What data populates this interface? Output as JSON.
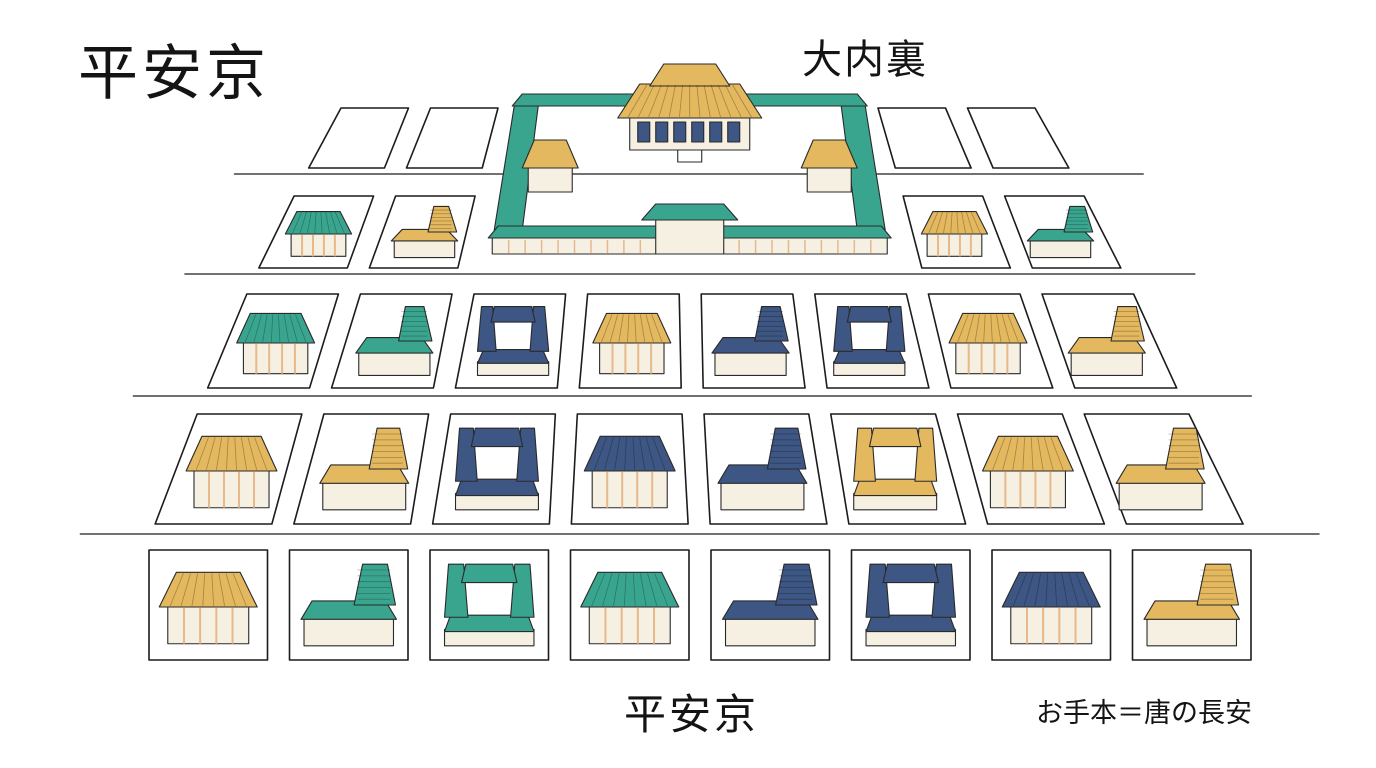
{
  "labels": {
    "title_main": "平安京",
    "title_palace": "大内裏",
    "title_bottom": "平安京",
    "note": "お手本＝唐の長安"
  },
  "colors": {
    "teal_roof": "#3aa58f",
    "gold_roof": "#e3b85e",
    "navy_roof": "#3d5684",
    "wood_wall": "#e6b88a",
    "line": "#1c1c1c"
  },
  "grid": {
    "rows": 5,
    "columns": 8,
    "palace_columns": [
      2,
      3,
      4,
      5
    ],
    "palace_row": "0-1",
    "empty_blocks": [
      [
        0,
        0
      ],
      [
        0,
        1
      ],
      [
        0,
        6
      ],
      [
        0,
        7
      ]
    ],
    "roof_colors": [
      [
        "none",
        "none",
        "palace",
        "palace",
        "palace",
        "palace",
        "none",
        "none"
      ],
      [
        "teal",
        "gold",
        "palace",
        "palace",
        "palace",
        "palace",
        "gold",
        "teal"
      ],
      [
        "teal",
        "teal",
        "navy",
        "gold",
        "navy",
        "navy",
        "gold",
        "gold"
      ],
      [
        "gold",
        "gold",
        "navy",
        "navy",
        "navy",
        "gold",
        "gold",
        "gold"
      ],
      [
        "gold",
        "teal",
        "teal",
        "teal",
        "navy",
        "navy",
        "navy",
        "gold"
      ]
    ]
  }
}
